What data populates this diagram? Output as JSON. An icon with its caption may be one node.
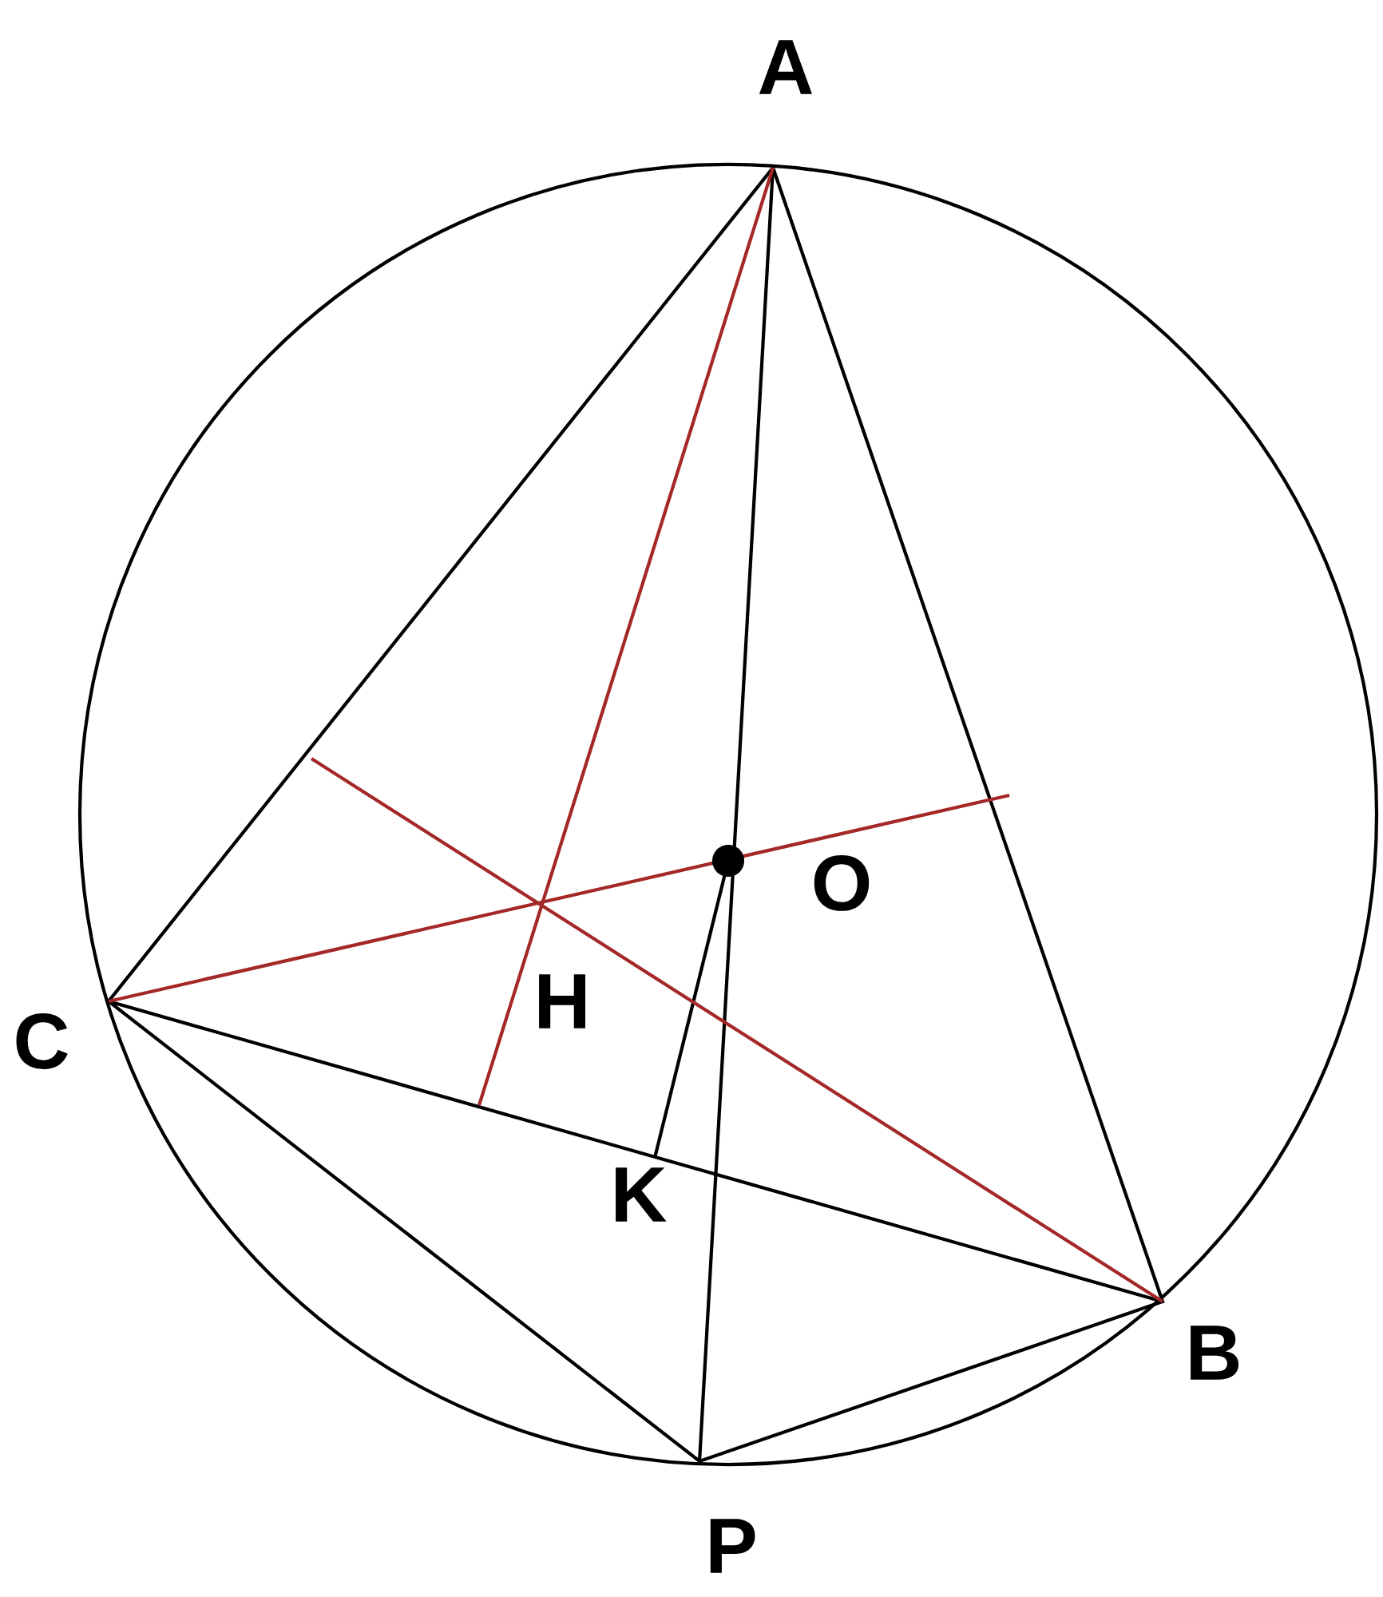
{
  "diagram": {
    "labels": [
      "A",
      "O",
      "C",
      "H",
      "K",
      "B",
      "P"
    ]
  }
}
